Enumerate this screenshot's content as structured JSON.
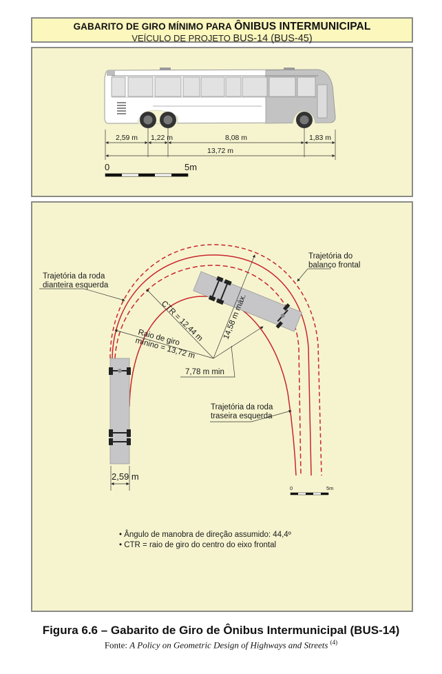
{
  "header": {
    "title_prefix": "GABARITO DE GIRO MÍNIMO PARA",
    "title_emph": "ÔNIBUS INTERMUNICIPAL",
    "subtitle_prefix": "VEÍCULO DE PROJETO",
    "subtitle_emph": "BUS-14 (BUS-45)"
  },
  "side_view": {
    "dims": {
      "rear_overhang": "2,59 m",
      "axle_spacing": "1,22 m",
      "wheelbase": "8,08 m",
      "front_overhang": "1,83 m",
      "total_length": "13,72 m"
    },
    "scale": {
      "start": "0",
      "end": "5m"
    }
  },
  "plan_view": {
    "labels": {
      "front_left_wheel_l1": "Trajetória da roda",
      "front_left_wheel_l2": "dianteira esquerda",
      "front_overhang_l1": "Trajetória do",
      "front_overhang_l2": "balanço frontal",
      "rear_left_wheel_l1": "Trajetória da roda",
      "rear_left_wheel_l2": "traseira esquerda",
      "ctr": "CTR = 12,44 m",
      "min_radius_l1": "Raio de giro",
      "min_radius_l2": "mínino = 13,72 m",
      "max_radius": "14,58 m máx.",
      "inner_radius": "7,78 m min",
      "bus_width": "2,59 m"
    },
    "scale": {
      "start": "0",
      "end": "5m"
    },
    "notes": [
      "• Ângulo de manobra de direção assumido: 44,4º",
      "• CTR = raio de giro do centro do eixo frontal"
    ],
    "colors": {
      "path_red": "#c8242b",
      "bus_gray": "#c6c6c8",
      "background": "#f6f4cf"
    }
  },
  "caption": {
    "title": "Figura 6.6 – Gabarito de Giro de Ônibus Intermunicipal (BUS-14)",
    "source_prefix": "Fonte: ",
    "source_title": "A Policy on Geometric Design of Highways and Streets",
    "source_ref": "(4)"
  }
}
